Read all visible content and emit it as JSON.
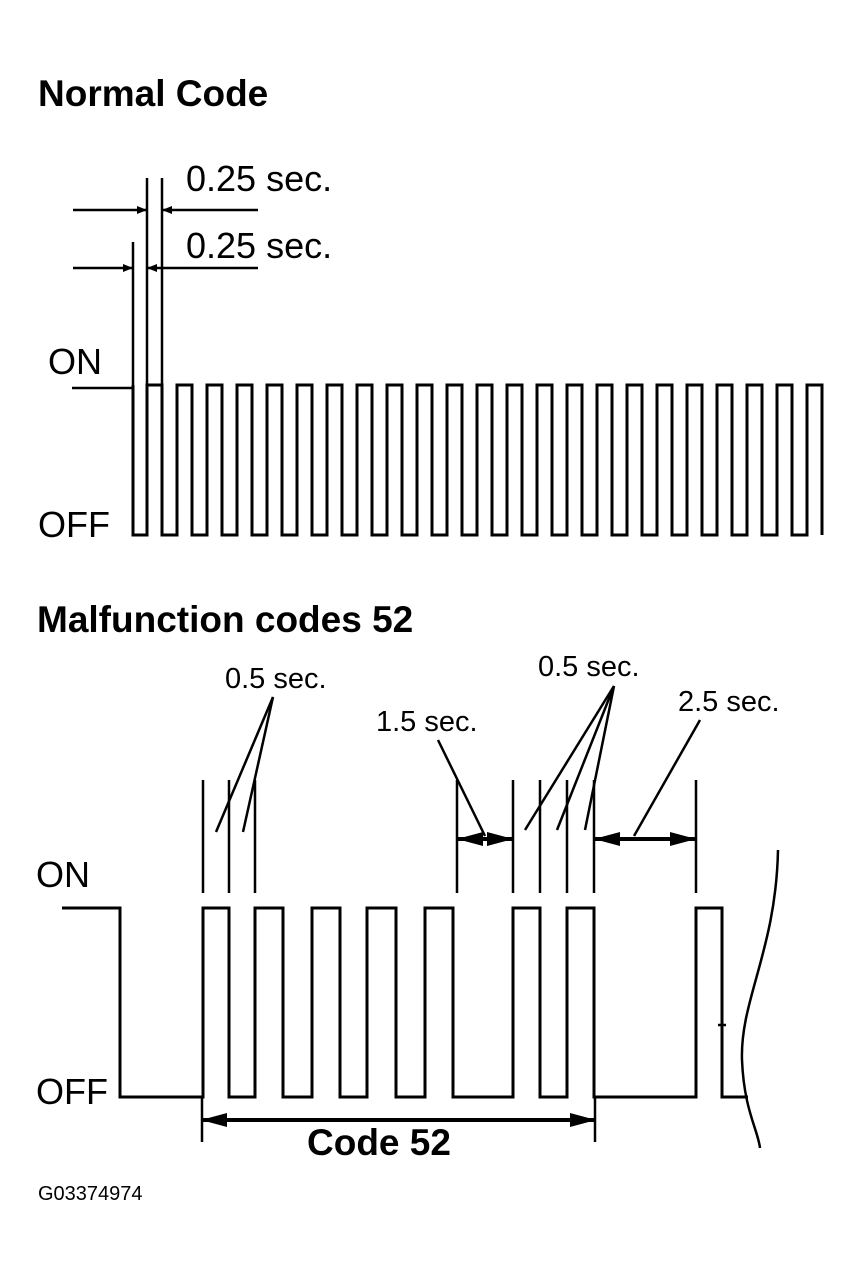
{
  "normal_code": {
    "title": "Normal Code",
    "on_label": "ON",
    "off_label": "OFF",
    "pulse_label_1": "0.25 sec.",
    "pulse_label_2": "0.25 sec."
  },
  "malfunction": {
    "title": "Malfunction codes 52",
    "on_label": "ON",
    "off_label": "OFF",
    "label_pulse_a": "0.5 sec.",
    "label_pause": "1.5 sec.",
    "label_pulse_b": "0.5 sec.",
    "label_gap": "2.5 sec.",
    "span_label": "Code 52"
  },
  "figure_id": "G03374974"
}
